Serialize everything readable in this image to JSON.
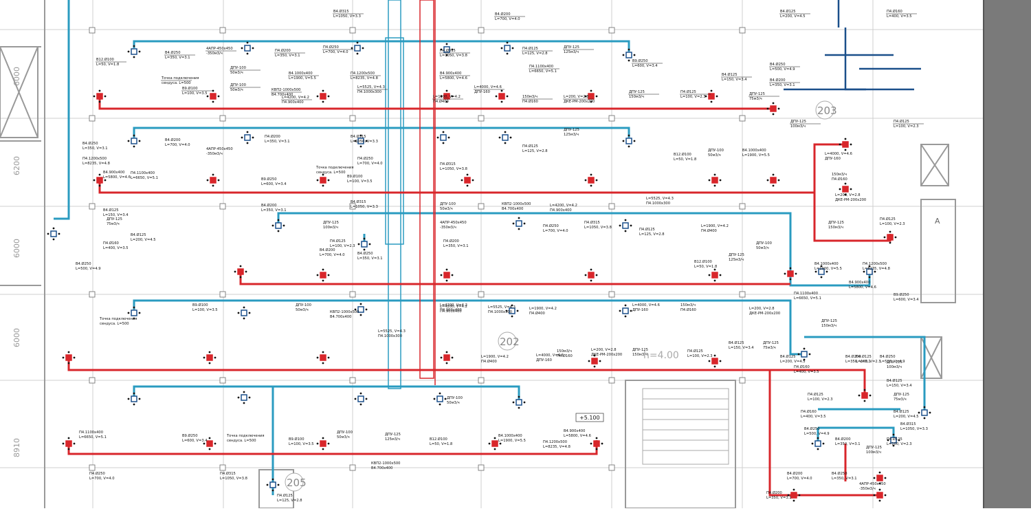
{
  "colors": {
    "supply": "#d8262b",
    "exhaust": "#2a9bc0",
    "exhaust_dark": "#1a4f8a",
    "grid": "#c8c8c8",
    "text": "#111111"
  },
  "dimensions": {
    "d1": "6000",
    "d2": "6200",
    "d3": "6000",
    "d4": "6000",
    "d5": "8910"
  },
  "rooms": {
    "r202": "202",
    "r203": "203",
    "r205": "205",
    "height": "h=4.00",
    "level": "+5.100",
    "axis_a": "A"
  },
  "labels": [
    {
      "t": "В4.Ø315"
    },
    {
      "t": "L=1050, V=3.3"
    },
    {
      "t": "В4.Ø200"
    },
    {
      "t": "L=700, V=4.0"
    },
    {
      "t": "В4.Ø250"
    },
    {
      "t": "L=350, V=3.1"
    },
    {
      "t": "4АПР-450х450"
    },
    {
      "t": "-350м3/ч"
    },
    {
      "t": "П4.Ø200"
    },
    {
      "t": "L=350, V=3.1"
    },
    {
      "t": "П4.Ø250"
    },
    {
      "t": "L=700, V=4.0"
    },
    {
      "t": "П4.Ø315"
    },
    {
      "t": "L=1050, V=3.8"
    },
    {
      "t": "П4.Ø125"
    },
    {
      "t": "L=125, V=2.8"
    },
    {
      "t": "ДПУ-125"
    },
    {
      "t": "125м3/ч"
    },
    {
      "t": "В12.Ø100"
    },
    {
      "t": "L=50, V=1.8"
    },
    {
      "t": "ДПУ-100"
    },
    {
      "t": "50м3/ч"
    },
    {
      "t": "В4.1000х400"
    },
    {
      "t": "L=1900, V=5.5"
    },
    {
      "t": "П4.1200х500"
    },
    {
      "t": "L=8235, V=4.8"
    },
    {
      "t": "В4.900х400"
    },
    {
      "t": "L=5800, V=4.6"
    },
    {
      "t": "П4.1100х400"
    },
    {
      "t": "L=6650, V=5.1"
    },
    {
      "t": "В9.Ø250"
    },
    {
      "t": "L=600, V=3.4"
    },
    {
      "t": "Точка подключения"
    },
    {
      "t": "сендуса. L=500"
    },
    {
      "t": "В9.Ø100"
    },
    {
      "t": "L=100, V=3.5"
    },
    {
      "t": "ДПУ-100"
    },
    {
      "t": "50м3/ч"
    },
    {
      "t": "КВП2-1000х500"
    },
    {
      "t": "В4.700х400"
    },
    {
      "t": "L=4200, V=4.2"
    },
    {
      "t": "П4.900х400"
    },
    {
      "t": "L=5525, V=4.3"
    },
    {
      "t": "П4.1000х300"
    },
    {
      "t": "L=1900, V=4.2"
    },
    {
      "t": "П4.Ø400"
    },
    {
      "t": "L=4000, V=4.6"
    },
    {
      "t": "ДПУ-160"
    },
    {
      "t": "150м3/ч"
    },
    {
      "t": "П4.Ø160"
    },
    {
      "t": "L=200, V=2.8"
    },
    {
      "t": "ДКЕ-РМ-200х200"
    },
    {
      "t": "ДПУ-125"
    },
    {
      "t": "150м3/ч"
    },
    {
      "t": "П4.Ø125"
    },
    {
      "t": "L=100, V=2.3"
    },
    {
      "t": "В4.Ø125"
    },
    {
      "t": "L=150, V=3.4"
    },
    {
      "t": "ДПУ-125"
    },
    {
      "t": "75м3/ч"
    },
    {
      "t": "В4.Ø125"
    },
    {
      "t": "L=200, V=4.5"
    },
    {
      "t": "П4.Ø160"
    },
    {
      "t": "L=400, V=3.5"
    },
    {
      "t": "В4.Ø250"
    },
    {
      "t": "L=500, V=4.9"
    },
    {
      "t": "В4.Ø200"
    },
    {
      "t": "L=350, V=3.1"
    },
    {
      "t": "ДПУ-125"
    },
    {
      "t": "100м3/ч"
    },
    {
      "t": "П4.Ø125"
    },
    {
      "t": "L=100, V=2.3"
    }
  ]
}
